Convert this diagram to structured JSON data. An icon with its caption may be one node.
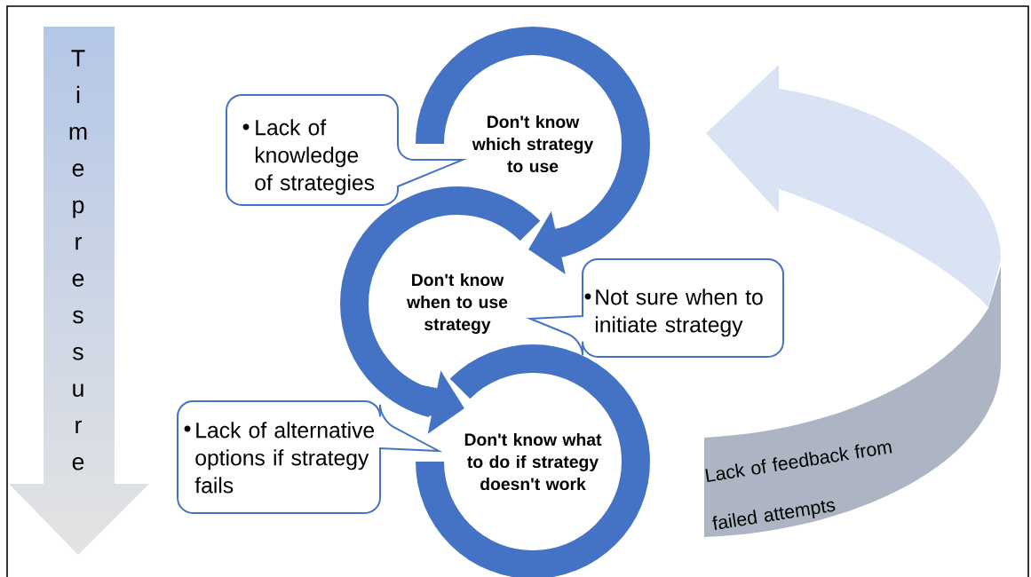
{
  "diagram": {
    "nodes": [
      {
        "text": [
          "Time pressure"
        ]
      },
      {
        "text": [
          "Don't know which strategy to use"
        ]
      },
      {
        "text": [
          "Lack of knowledge of strategies"
        ]
      },
      {
        "text": [
          "Don't know when to use strategy"
        ]
      },
      {
        "text": [
          "Not sure when to initiate strategy"
        ]
      },
      {
        "text": [
          "Don't know what to do if strategy doesn't work"
        ]
      },
      {
        "text": [
          "Lack of alternative options if strategy fails"
        ]
      },
      {
        "text": [
          "Lack of feedback from failed attempts"
        ]
      }
    ],
    "edges": [
      {
        "from": 1,
        "to": 3,
        "arrow": "to"
      },
      {
        "from": 3,
        "to": 5,
        "arrow": "to"
      }
    ]
  }
}
